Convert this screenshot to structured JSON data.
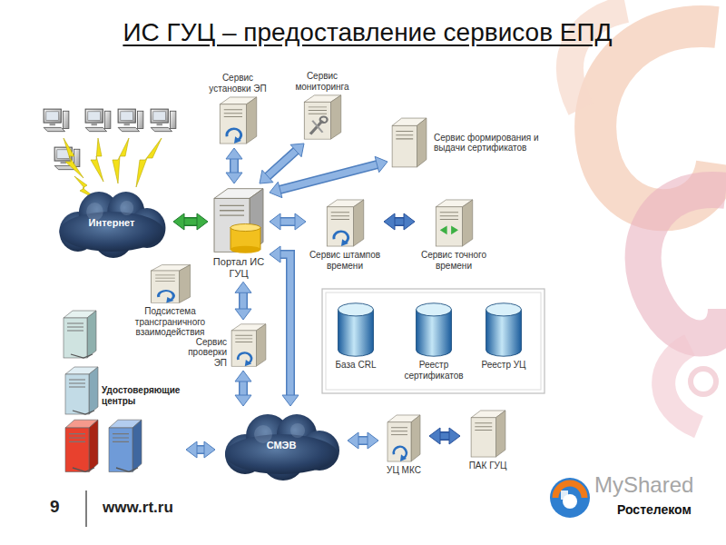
{
  "diagram": {
    "title": "ИС ГУЦ – предоставление сервисов ЕПД",
    "nodes": [
      {
        "text": [
          "Интернет"
        ]
      },
      {
        "text": [
          "Портал ИС ГУЦ"
        ]
      },
      {
        "text": [
          "Сервис установки ЭП"
        ]
      },
      {
        "text": [
          "Сервис мониторинга"
        ]
      },
      {
        "text": [
          "Сервис формирования и выдачи сертификатов"
        ]
      },
      {
        "text": [
          "Сервис штампов времени"
        ]
      },
      {
        "text": [
          "Сервис точного времени"
        ]
      },
      {
        "text": [
          "База CRL"
        ]
      },
      {
        "text": [
          "Реестр сертификатов"
        ]
      },
      {
        "text": [
          "Реестр УЦ"
        ]
      },
      {
        "text": [
          "Подсистема трансграничного взаимодействия"
        ]
      },
      {
        "text": [
          "Сервис проверки ЭП"
        ]
      },
      {
        "text": [
          "Удостоверяющие центры"
        ]
      },
      {
        "text": [
          "СМЭВ"
        ]
      },
      {
        "text": [
          "УЦ МКС"
        ]
      },
      {
        "text": [
          "ПАК ГУЦ"
        ]
      }
    ],
    "edges": [
      {
        "from": 0,
        "to": 1,
        "arrow": "both"
      },
      {
        "from": 1,
        "to": 2,
        "arrow": "both"
      },
      {
        "from": 1,
        "to": 3,
        "arrow": "both"
      },
      {
        "from": 1,
        "to": 4,
        "arrow": "both"
      },
      {
        "from": 1,
        "to": 5,
        "arrow": "both"
      },
      {
        "from": 5,
        "to": 6,
        "arrow": "both"
      },
      {
        "from": 1,
        "to": 11,
        "arrow": "both"
      },
      {
        "from": 1,
        "to": 13,
        "arrow": "both"
      },
      {
        "from": 11,
        "to": 13,
        "arrow": "both"
      },
      {
        "from": 12,
        "to": 13,
        "arrow": "both"
      },
      {
        "from": 13,
        "to": 14,
        "arrow": "both"
      },
      {
        "from": 14,
        "to": 15,
        "arrow": "both"
      }
    ],
    "labels": [
      "9",
      "www.rt.ru",
      "MyShared",
      "Ростелеком"
    ]
  }
}
